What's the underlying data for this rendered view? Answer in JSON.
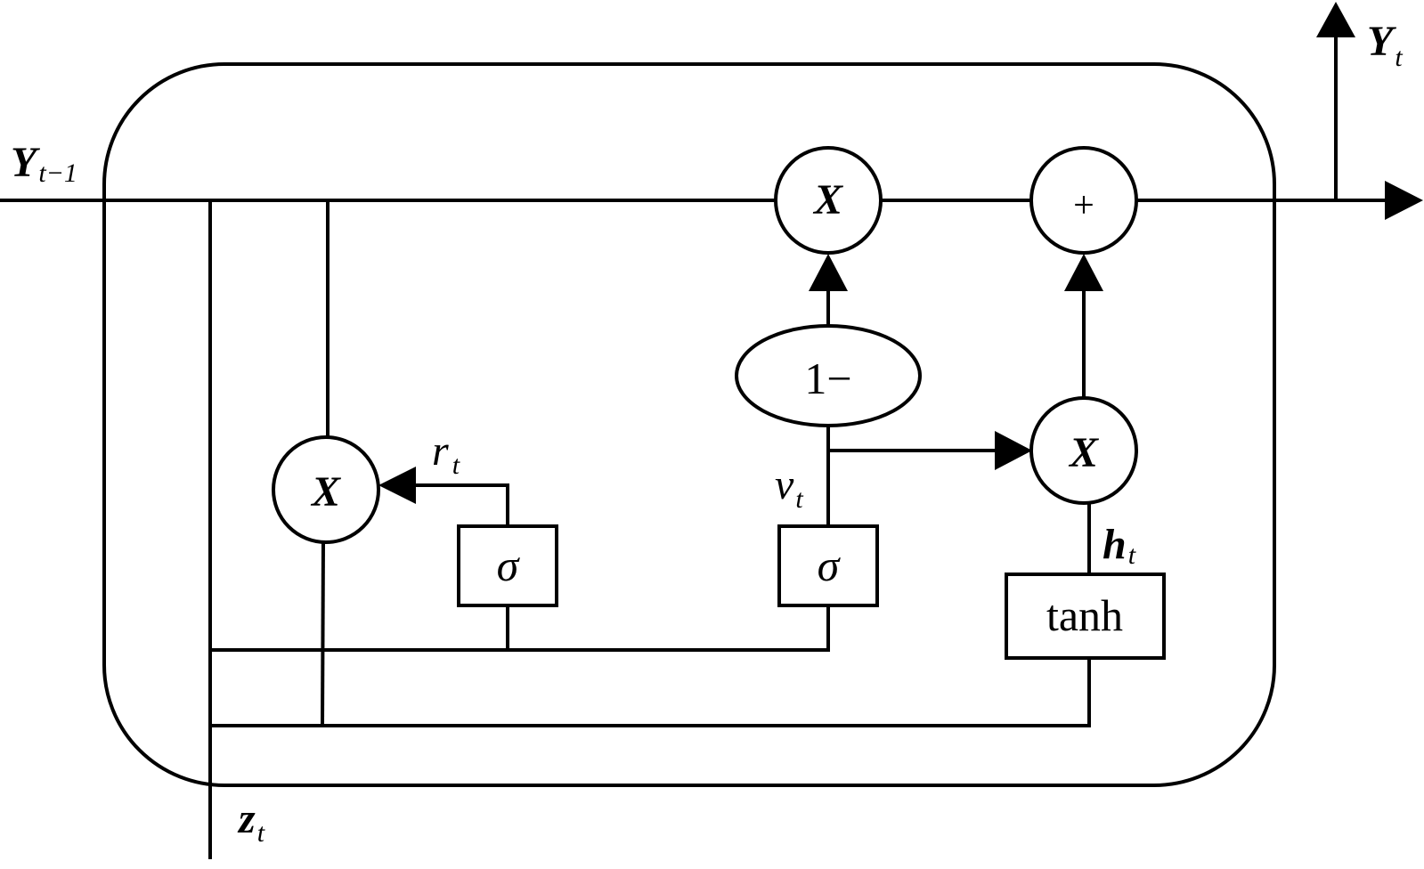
{
  "labels": {
    "y_prev_main": "Y",
    "y_prev_sub": "t−1",
    "y_out_main": "Y",
    "y_out_sub": "t",
    "r_main": "r",
    "r_sub": "t",
    "v_main": "v",
    "v_sub": "t",
    "h_main": "h",
    "h_sub": "t",
    "z_main": "z",
    "z_sub": "t"
  },
  "nodes": {
    "mult_reset": "X",
    "mult_top": "X",
    "mult_right": "X",
    "add": "+",
    "one_minus": "1−",
    "sigma_reset": "σ",
    "sigma_update": "σ",
    "tanh": "tanh"
  },
  "colors": {
    "stroke": "#000000",
    "background": "#ffffff"
  }
}
